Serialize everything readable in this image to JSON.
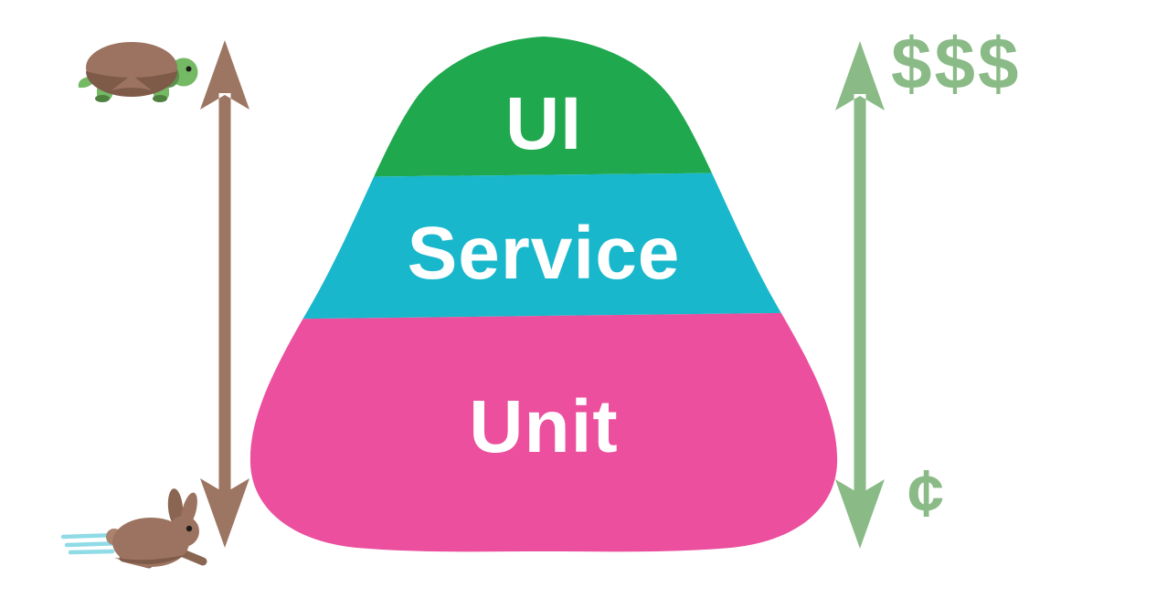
{
  "diagram": {
    "pyramid": {
      "layers": [
        {
          "label": "UI",
          "color": "#20a84f"
        },
        {
          "label": "Service",
          "color": "#19b7cb"
        },
        {
          "label": "Unit",
          "color": "#eb4f9e"
        }
      ],
      "label_color": "#ffffff"
    },
    "left_axis": {
      "arrow_color": "#9c7663",
      "icon_top": "tortoise-icon",
      "icon_bottom": "hare-icon"
    },
    "right_axis": {
      "arrow_color": "#8abb87",
      "label_color": "#8abb87",
      "label_top": "$$$",
      "label_bottom": "¢"
    }
  }
}
